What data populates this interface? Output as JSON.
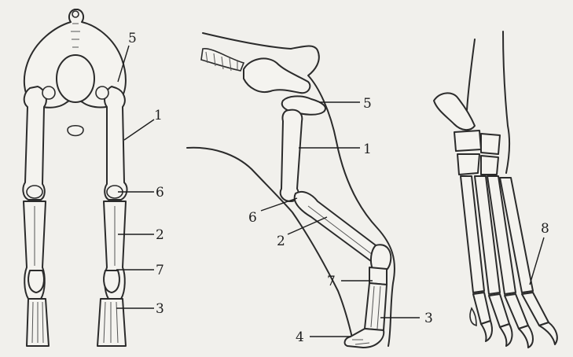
{
  "labels": {
    "left_5": "5",
    "left_1": "1",
    "left_6": "6",
    "left_2": "2",
    "left_7": "7",
    "left_3": "3",
    "mid_5": "5",
    "mid_1": "1",
    "mid_6": "6",
    "mid_2": "2",
    "mid_7": "7",
    "mid_3": "3",
    "mid_4": "4",
    "right_8": "8"
  },
  "colors": {
    "ink": "#2b2b2b",
    "paper": "#f1f0ec"
  }
}
